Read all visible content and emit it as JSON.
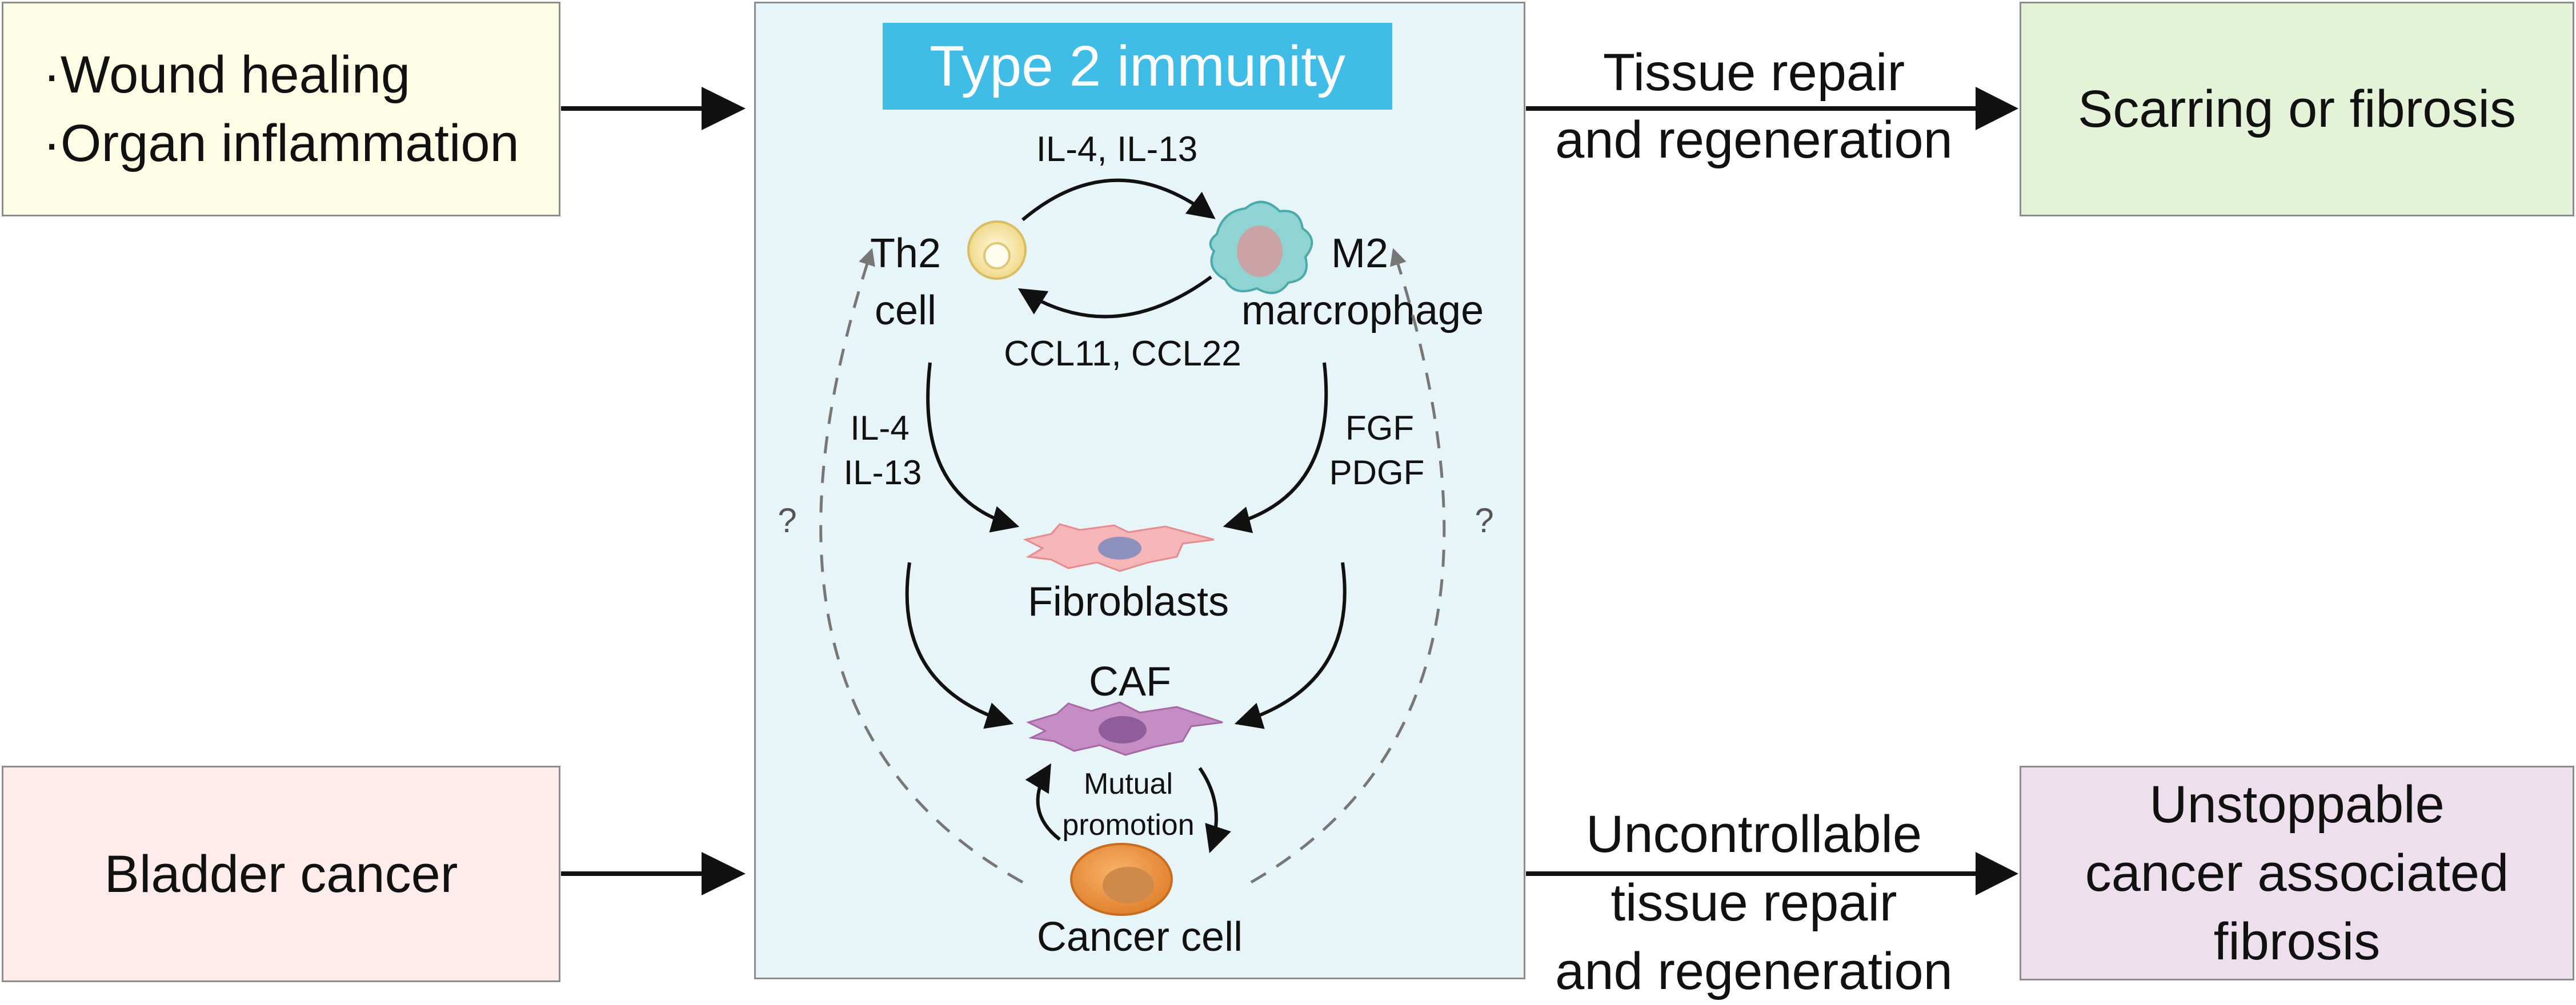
{
  "inputs": {
    "wound": {
      "line1": "·Wound healing",
      "line2": "·Organ inflammation"
    },
    "bladder": "Bladder cancer"
  },
  "outputs": {
    "fibrosis": "Scarring or fibrosis",
    "cancer_fibrosis": {
      "line1": "Unstoppable",
      "line2": "cancer associated",
      "line3": "fibrosis"
    }
  },
  "arrow_labels": {
    "top": {
      "line1": "Tissue repair",
      "line2": "and regeneration"
    },
    "bottom": {
      "line1": "Uncontrollable",
      "line2": "tissue repair",
      "line3": "and regeneration"
    }
  },
  "center": {
    "title": "Type 2 immunity",
    "th2": {
      "line1": "Th2",
      "line2": "cell"
    },
    "m2": {
      "line1": "M2",
      "line2": "marcrophage"
    },
    "th2_to_m2": "IL-4, IL-13",
    "m2_to_th2": "CCL11, CCL22",
    "th2_to_fib": {
      "line1": "IL-4",
      "line2": "IL-13"
    },
    "m2_to_fib": {
      "line1": "FGF",
      "line2": "PDGF"
    },
    "fibroblasts": "Fibroblasts",
    "caf": "CAF",
    "mutual": {
      "line1": "Mutual",
      "line2": "promotion"
    },
    "cancer_cell": "Cancer cell",
    "unknown_left": "?",
    "unknown_right": "?"
  },
  "colors": {
    "title_bg": "#40bde6",
    "center_bg": "#e8f5f8",
    "wound_bg": "#fdfde6",
    "bladder_bg": "#fdeceb",
    "fibrosis_bg": "#e4f2d7",
    "cancer_fibrosis_bg": "#eddfeb"
  }
}
